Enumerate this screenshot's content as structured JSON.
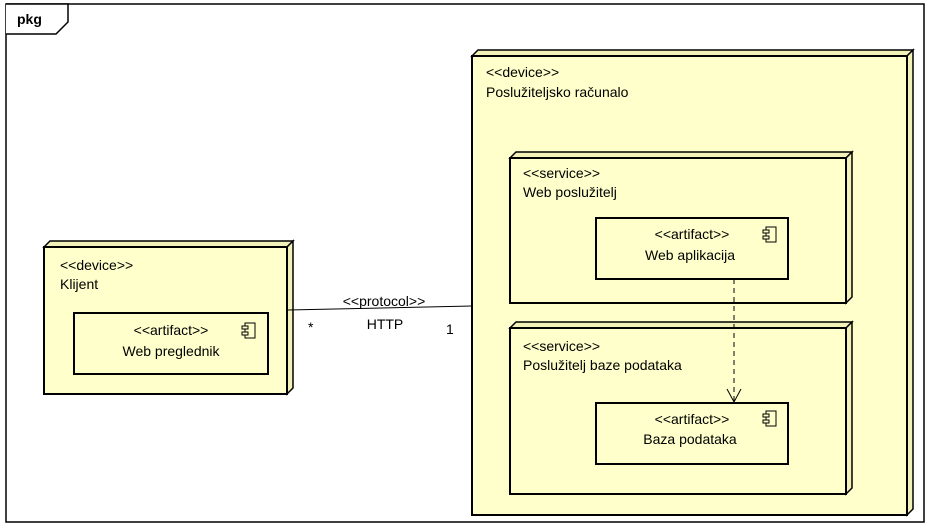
{
  "frame": {
    "tab_label": "pkg"
  },
  "client": {
    "stereotype": "<<device>>",
    "name": "Klijent",
    "artifact": {
      "stereotype": "<<artifact>>",
      "name": "Web preglednik"
    }
  },
  "server": {
    "stereotype": "<<device>>",
    "name": "Poslužiteljsko računalo",
    "web_service": {
      "stereotype": "<<service>>",
      "name": "Web poslužitelj",
      "artifact": {
        "stereotype": "<<artifact>>",
        "name": "Web aplikacija"
      }
    },
    "db_service": {
      "stereotype": "<<service>>",
      "name": "Poslužitelj baze podataka",
      "artifact": {
        "stereotype": "<<artifact>>",
        "name": "Baza podataka"
      }
    }
  },
  "association": {
    "stereotype": "<<protocol>>",
    "name": "HTTP",
    "client_multiplicity": "*",
    "server_multiplicity": "1"
  },
  "colors": {
    "node_fill": "#ffffcc",
    "stroke": "#000000"
  }
}
